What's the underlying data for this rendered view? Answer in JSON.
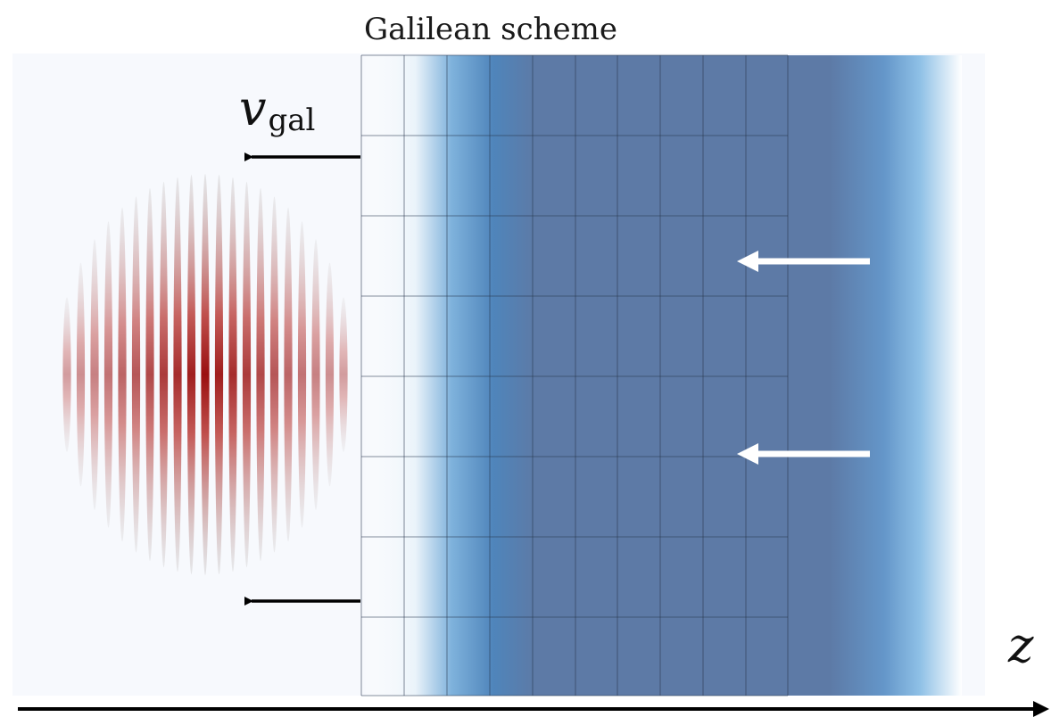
{
  "title": "Galilean scheme",
  "velocity_label": {
    "symbol": "v",
    "subscript": "gal"
  },
  "axis_label": "z",
  "colors": {
    "background": "#f7f9fd",
    "plasma": "#5d7aa6",
    "plasma_edge": "#3f86c4",
    "pulse": "#8b0000",
    "grid_line": "#2a3a50",
    "arrow_dark": "#000000",
    "arrow_light": "#ffffff"
  },
  "icons": {
    "velocity_arrow": "arrow-left-icon",
    "flow_arrow": "arrow-left-icon",
    "axis_arrow": "arrow-right-icon"
  }
}
